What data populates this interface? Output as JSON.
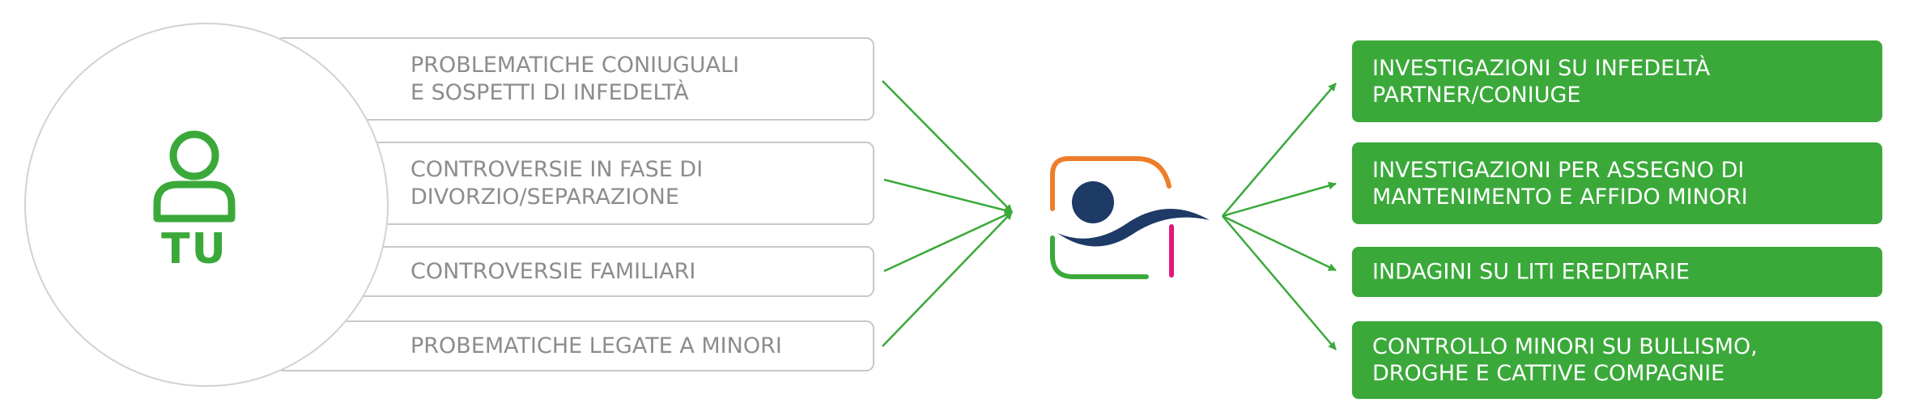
{
  "user": {
    "label": "TU",
    "icon": "person-icon"
  },
  "problems": [
    {
      "text": "PROBLEMATICHE CONIUGUALI\nE SOSPETTI DI INFEDELTÀ"
    },
    {
      "text": "CONTROVERSIE IN FASE DI\nDIVORZIO/SEPARAZIONE"
    },
    {
      "text": "CONTROVERSIE FAMILIARI"
    },
    {
      "text": "PROBEMATICHE LEGATE A MINORI"
    }
  ],
  "hub": {
    "icon": "agency-logo-icon"
  },
  "services": [
    {
      "text": "INVESTIGAZIONI SU INFEDELTÀ\nPARTNER/CONIUGE"
    },
    {
      "text": "INVESTIGAZIONI PER ASSEGNO DI\nMANTENIMENTO E AFFIDO MINORI"
    },
    {
      "text": "INDAGINI SU LITI EREDITARIE"
    },
    {
      "text": "CONTROLLO MINORI SU BULLISMO,\nDROGHE E CATTIVE COMPAGNIE"
    }
  ],
  "colors": {
    "accent_green": "#3aa93a",
    "box_border": "#c8c8c8",
    "problem_text": "#8c8c8c",
    "logo_navy": "#1e3a66",
    "logo_orange": "#ee7d2b",
    "logo_magenta": "#e0197d"
  }
}
